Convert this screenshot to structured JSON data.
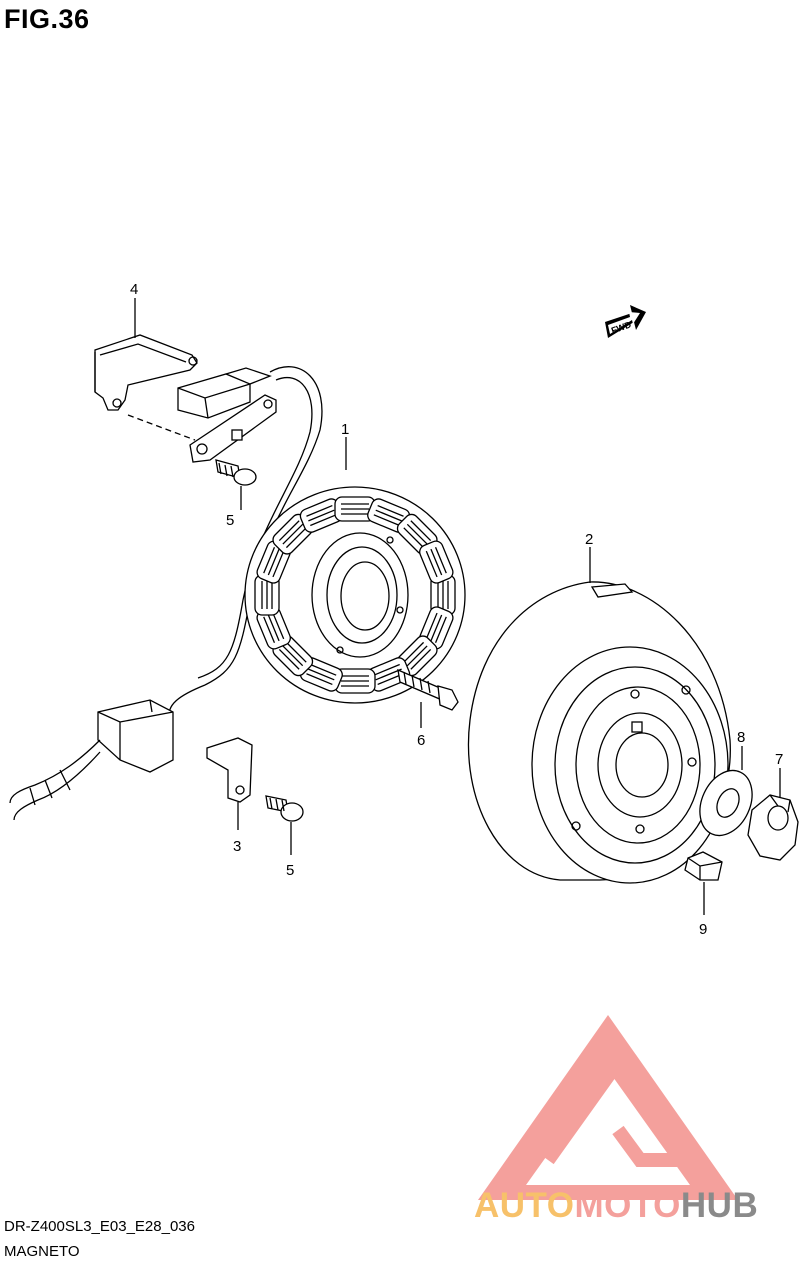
{
  "figure_label": "FIG.36",
  "diagram_code": "DR-Z400SL3_E03_E28_036",
  "diagram_name": "MAGNETO",
  "direction_badge": "FWD",
  "logo": {
    "word_auto": "AUTO",
    "word_moto": "MOTO",
    "word_hub": "HUB",
    "colors": {
      "auto": "#f7c16a",
      "moto": "#f4a09c",
      "hub": "#8a8a8a",
      "mark": "#f4a09c"
    }
  },
  "callouts": [
    {
      "id": "c1",
      "label": "1"
    },
    {
      "id": "c2",
      "label": "2"
    },
    {
      "id": "c3",
      "label": "3"
    },
    {
      "id": "c4",
      "label": "4"
    },
    {
      "id": "c5a",
      "label": "5"
    },
    {
      "id": "c5b",
      "label": "5"
    },
    {
      "id": "c6",
      "label": "6"
    },
    {
      "id": "c7",
      "label": "7"
    },
    {
      "id": "c8",
      "label": "8"
    },
    {
      "id": "c9",
      "label": "9"
    }
  ]
}
